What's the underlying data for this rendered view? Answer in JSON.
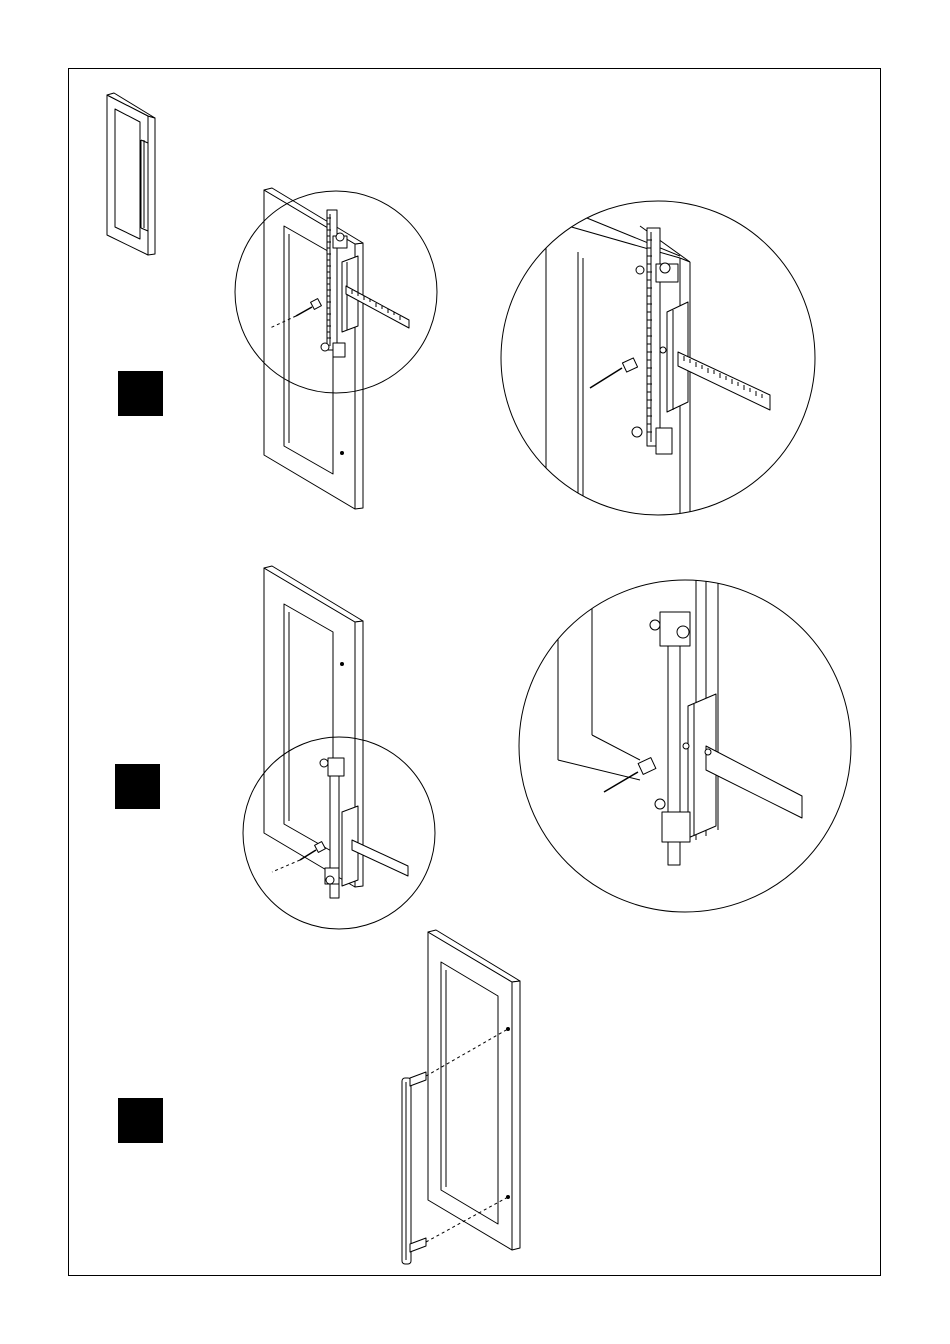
{
  "colors": {
    "ink": "#000000",
    "paper": "#ffffff",
    "step_marker": "#000000"
  },
  "steps": [
    {
      "marker": "step-marker",
      "illustration": "mark-drill-positions-with-jig-on-upper-door-edge"
    },
    {
      "marker": "step-marker",
      "illustration": "mark-drill-positions-with-jig-on-lower-door-edge"
    },
    {
      "marker": "step-marker",
      "illustration": "attach-bar-handle-to-door"
    }
  ],
  "icons": [
    "door-thumbnail-icon",
    "drill-bit-icon",
    "ruler-icon",
    "magnifier-circle-icon"
  ]
}
